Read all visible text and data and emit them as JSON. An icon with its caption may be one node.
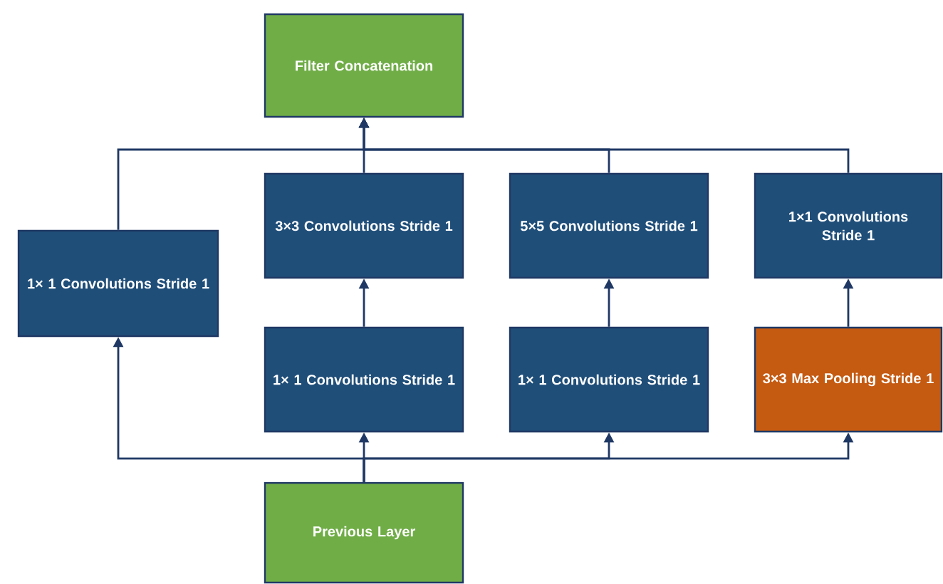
{
  "diagram": {
    "nodes": [
      {
        "text": [
          "Filter Concatenation"
        ]
      },
      {
        "text": [
          "3×3 Convolutions Stride 1"
        ]
      },
      {
        "text": [
          "5×5 Convolutions Stride 1"
        ]
      },
      {
        "text": [
          "1×1 Convolutions Stride 1"
        ]
      },
      {
        "text": [
          "1× 1 Convolutions Stride 1"
        ]
      },
      {
        "text": [
          "1× 1 Convolutions Stride 1"
        ]
      },
      {
        "text": [
          "1× 1 Convolutions Stride 1"
        ]
      },
      {
        "text": [
          "3×3 Max Pooling Stride 1"
        ]
      },
      {
        "text": [
          "Previous Layer"
        ]
      }
    ],
    "edges": [
      {
        "from": 1,
        "to": 0,
        "arrow": "to"
      },
      {
        "from": 2,
        "to": 0,
        "arrow": "to"
      },
      {
        "from": 3,
        "to": 0,
        "arrow": "to"
      },
      {
        "from": 4,
        "to": 0,
        "arrow": "to"
      },
      {
        "from": 5,
        "to": 1,
        "arrow": "to"
      },
      {
        "from": 6,
        "to": 2,
        "arrow": "to"
      },
      {
        "from": 7,
        "to": 3,
        "arrow": "to"
      },
      {
        "from": 8,
        "to": 4,
        "arrow": "to"
      },
      {
        "from": 8,
        "to": 5,
        "arrow": "to"
      },
      {
        "from": 8,
        "to": 6,
        "arrow": "to"
      },
      {
        "from": 8,
        "to": 7,
        "arrow": "to"
      }
    ]
  }
}
